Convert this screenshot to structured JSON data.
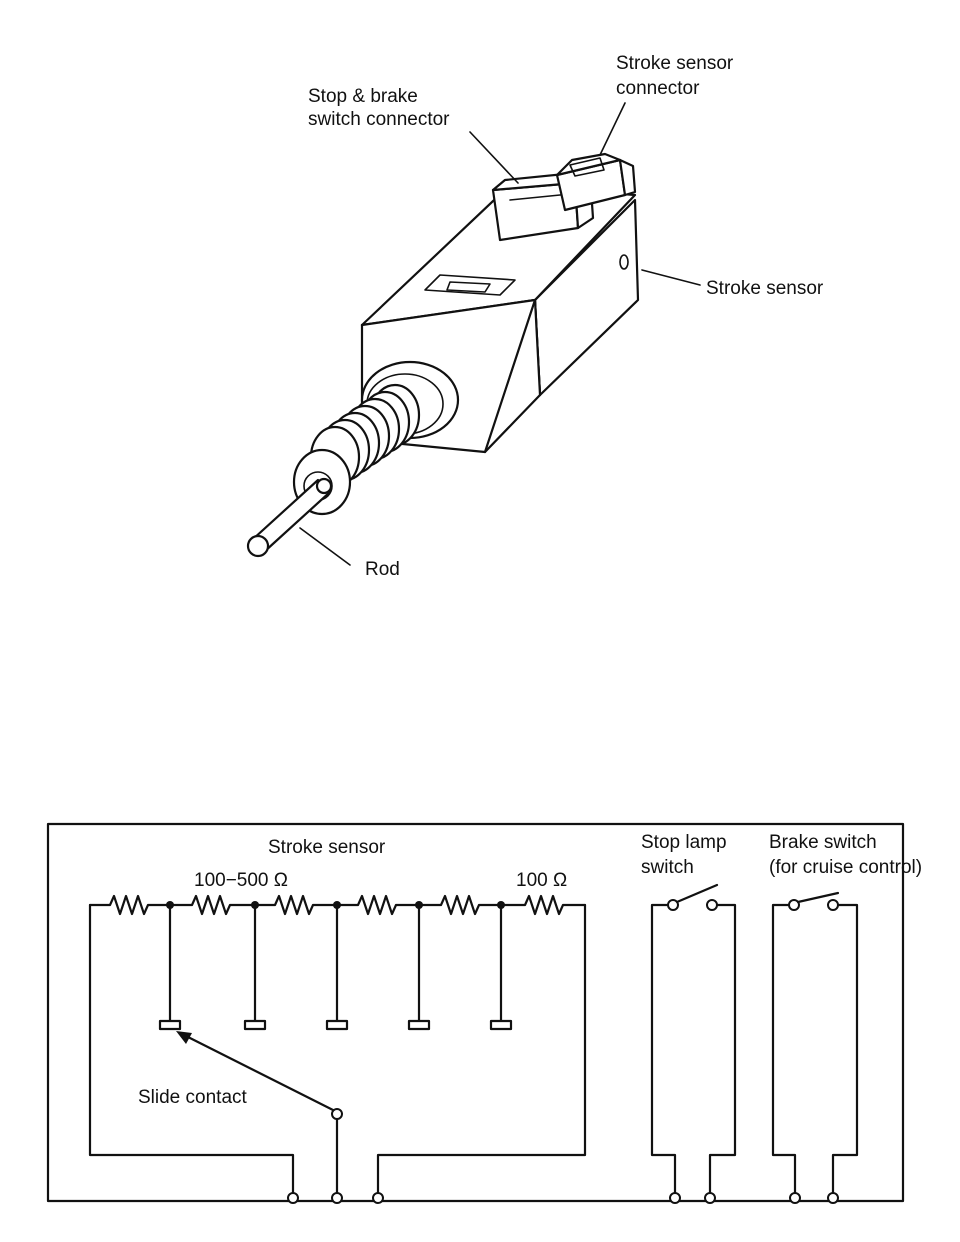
{
  "illustration": {
    "labels": {
      "stop_brake_connector": [
        "Stop & brake",
        "switch connector"
      ],
      "stroke_sensor_connector": [
        "Stroke sensor",
        "connector"
      ],
      "stroke_sensor": "Stroke sensor",
      "rod": "Rod"
    }
  },
  "circuit": {
    "stroke_sensor_title": "Stroke sensor",
    "resistor_range_label": "100−500 Ω",
    "resistor_end_label": "100 Ω",
    "slide_contact_label": "Slide contact",
    "stop_lamp_switch_label": [
      "Stop lamp",
      "switch"
    ],
    "brake_switch_label": [
      "Brake switch",
      "(for cruise control)"
    ]
  }
}
